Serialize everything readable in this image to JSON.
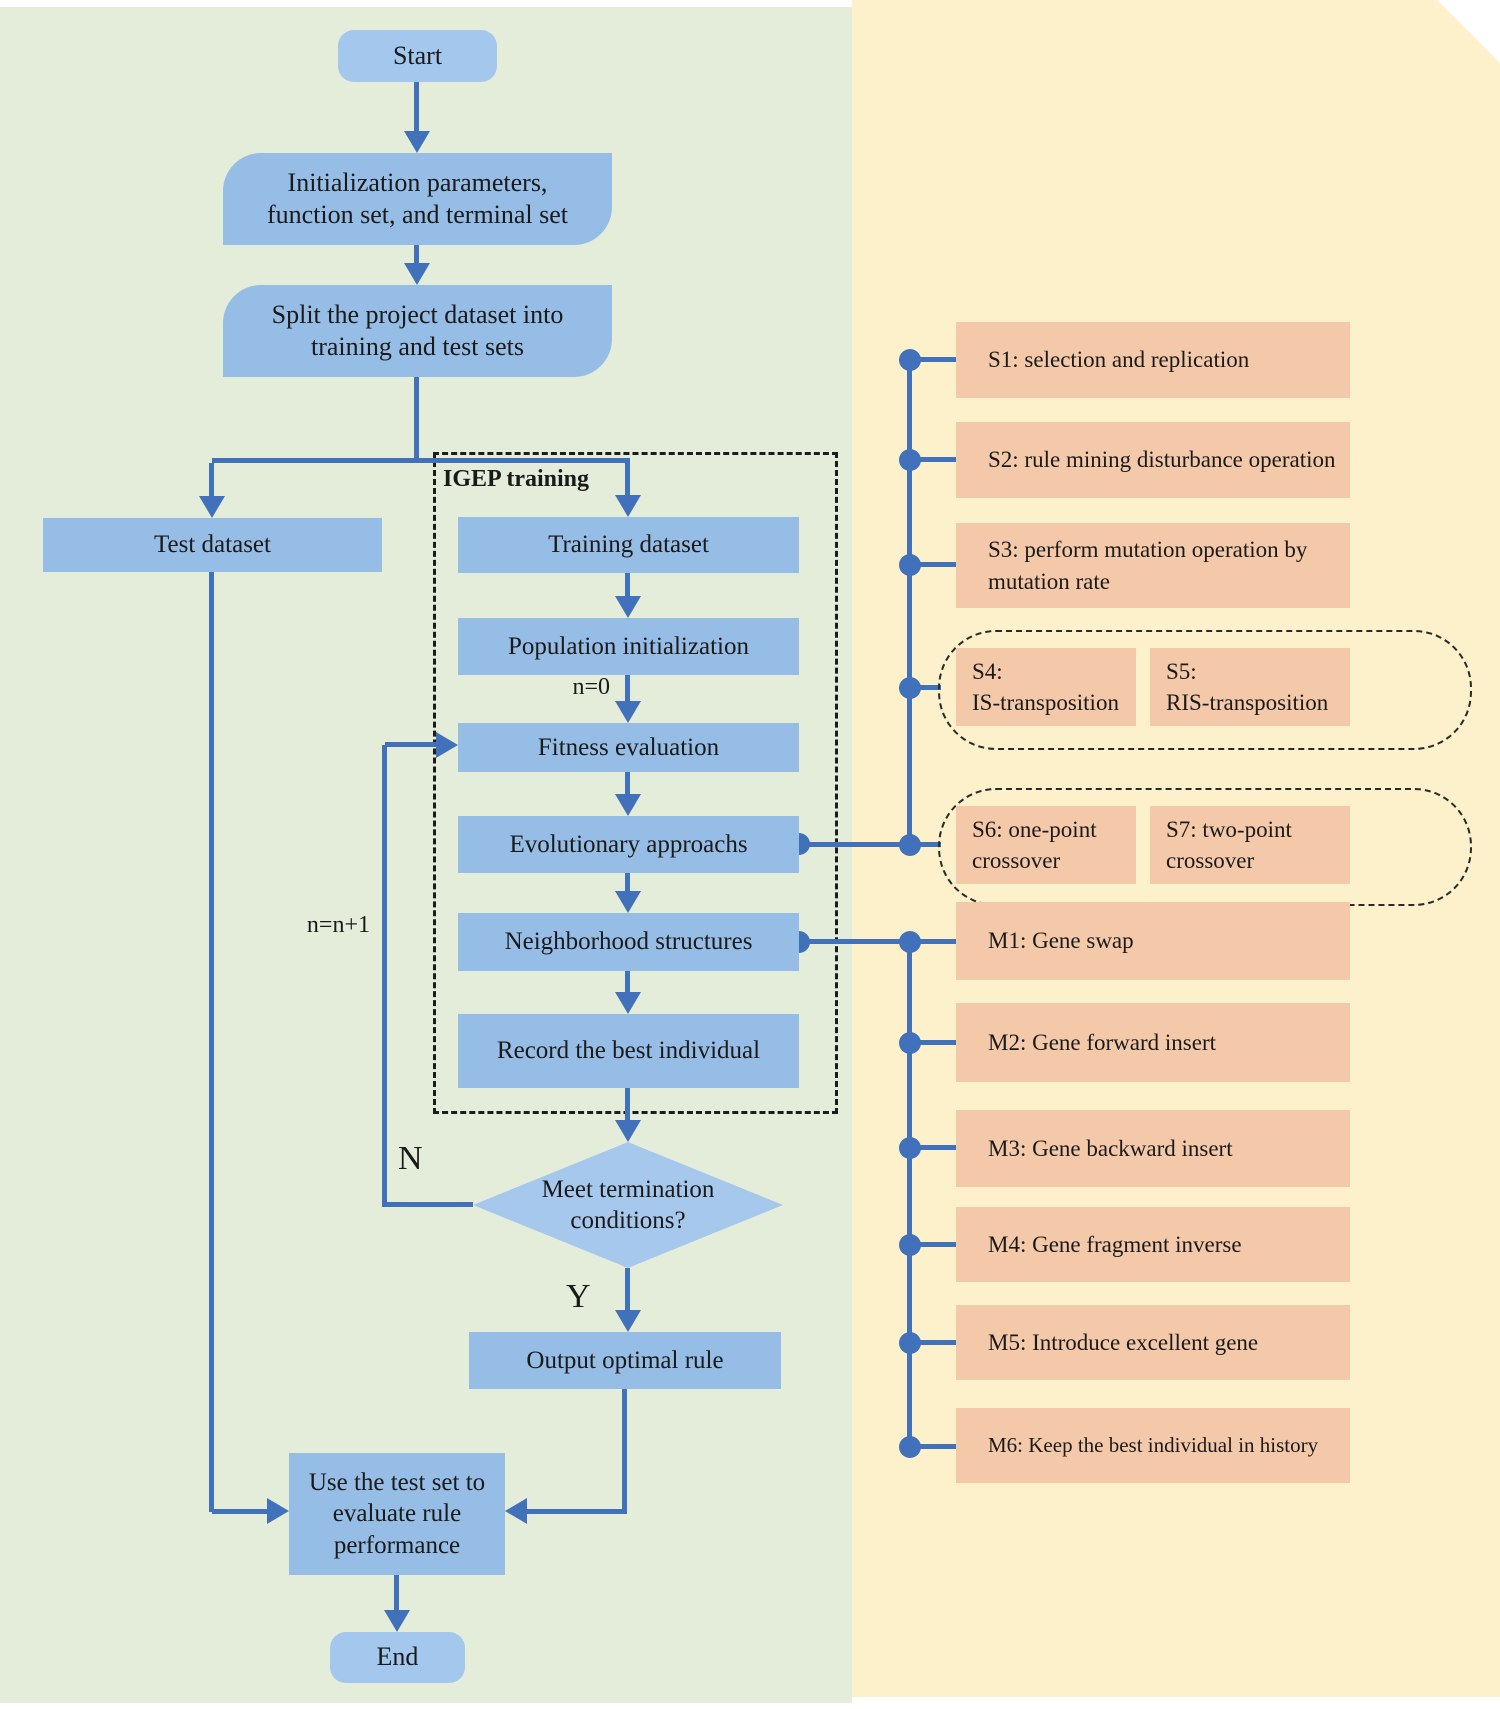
{
  "flow": {
    "start": "Start",
    "init": "Initialization parameters,\nfunction set, and terminal set",
    "split": "Split the project dataset into\ntraining and test sets",
    "test": "Test dataset",
    "igep_label": "IGEP training",
    "training": "Training dataset",
    "population": "Population initialization",
    "fitness": "Fitness evaluation",
    "evolutionary": "Evolutionary approachs",
    "neighborhood": "Neighborhood structures",
    "record": "Record the best individual",
    "decision": "Meet termination\nconditions?",
    "output": "Output optimal rule",
    "use_test": "Use the test set to\nevaluate rule\nperformance",
    "end": "End",
    "labels": {
      "n0": "n=0",
      "n_inc": "n=n+1",
      "no": "N",
      "yes": "Y"
    }
  },
  "right": {
    "s_boxes": [
      "S1: selection and replication",
      "S2: rule mining disturbance operation",
      "S3: perform mutation operation by\nmutation rate"
    ],
    "group1": [
      "S4:\nIS-transposition",
      "S5:\nRIS-transposition"
    ],
    "group2": [
      "S6: one-point\ncrossover",
      "S7: two-point\ncrossover"
    ],
    "m_boxes": [
      "M1: Gene swap",
      "M2: Gene forward insert",
      "M3: Gene backward insert",
      "M4: Gene fragment inverse",
      "M5: Introduce excellent gene",
      "M6: Keep the best individual in history"
    ]
  },
  "colors": {
    "left_panel_bg": "#e3edda",
    "right_panel_bg": "#fdf1cb",
    "process_fill": "#96bde5",
    "terminal_fill": "#a3c7ed",
    "decision_fill": "#a6c8ec",
    "connector_line": "#4271bc",
    "operation_fill": "#f4c9a9",
    "text": "#1a1a1a"
  }
}
